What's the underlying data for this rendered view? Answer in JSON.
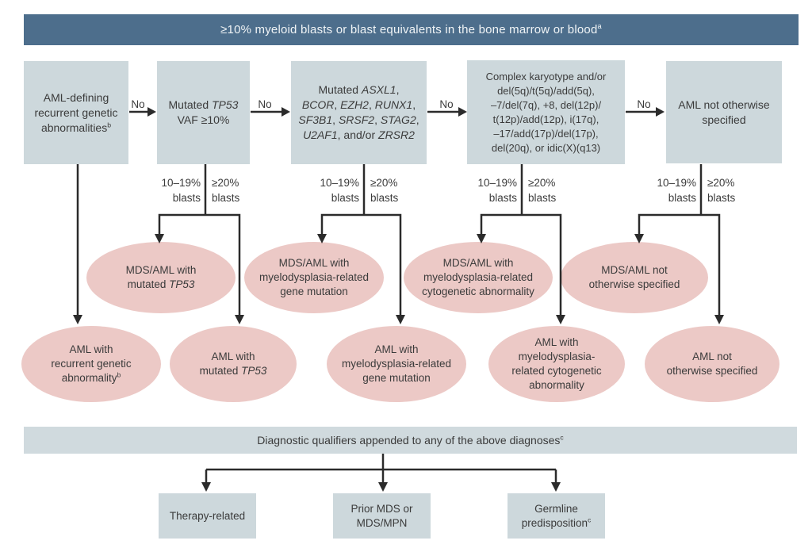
{
  "colors": {
    "banner_bg": "#4d6e8c",
    "banner_text": "#f0f4f6",
    "box_bg": "#cdd8dc",
    "ellipse_bg": "#ecc9c6",
    "qualifier_banner_bg": "#d0dade",
    "text": "#3b3b3b",
    "line": "#2b2b2b"
  },
  "top_banner": {
    "lines": [
      [
        {
          "t": "≥10% myeloid blasts or blast equivalents in the bone marrow or blood"
        },
        {
          "t": "a",
          "s": true
        }
      ]
    ]
  },
  "top_boxes": [
    {
      "id": "aml-defining",
      "lines": [
        [
          {
            "t": "AML-defining"
          }
        ],
        [
          {
            "t": "recurrent genetic"
          }
        ],
        [
          {
            "t": "abnormalities"
          },
          {
            "t": "b",
            "s": true
          }
        ]
      ]
    },
    {
      "id": "mutated-tp53",
      "lines": [
        [
          {
            "t": "Mutated "
          },
          {
            "t": "TP53",
            "i": true
          }
        ],
        [
          {
            "t": "VAF ≥10%"
          }
        ]
      ]
    },
    {
      "id": "mutated-mr-genes",
      "lines": [
        [
          {
            "t": "Mutated "
          },
          {
            "t": "ASXL1",
            "i": true
          },
          {
            "t": ","
          }
        ],
        [
          {
            "t": "BCOR",
            "i": true
          },
          {
            "t": ", "
          },
          {
            "t": "EZH2",
            "i": true
          },
          {
            "t": ", "
          },
          {
            "t": "RUNX1",
            "i": true
          },
          {
            "t": ","
          }
        ],
        [
          {
            "t": "SF3B1",
            "i": true
          },
          {
            "t": ", "
          },
          {
            "t": "SRSF2",
            "i": true
          },
          {
            "t": ", "
          },
          {
            "t": "STAG2",
            "i": true
          },
          {
            "t": ","
          }
        ],
        [
          {
            "t": "U2AF1",
            "i": true
          },
          {
            "t": ", and/or "
          },
          {
            "t": "ZRSR2",
            "i": true
          }
        ]
      ]
    },
    {
      "id": "complex-karyotype",
      "lines": [
        [
          {
            "t": "Complex karyotype and/or"
          }
        ],
        [
          {
            "t": "del(5q)/t(5q)/add(5q),"
          }
        ],
        [
          {
            "t": "–7/del(7q), +8, del(12p)/"
          }
        ],
        [
          {
            "t": "t(12p)/add(12p), i(17q),"
          }
        ],
        [
          {
            "t": "–17/add(17p)/del(17p),"
          }
        ],
        [
          {
            "t": "del(20q), or idic(X)(q13)"
          }
        ]
      ]
    },
    {
      "id": "aml-nos",
      "lines": [
        [
          {
            "t": "AML not otherwise"
          }
        ],
        [
          {
            "t": "specified"
          }
        ]
      ]
    }
  ],
  "no_labels": [
    "No",
    "No",
    "No",
    "No"
  ],
  "branch_columns": [
    {
      "left_lines": [
        [
          {
            "t": "10–19%"
          }
        ],
        [
          {
            "t": "blasts"
          }
        ]
      ],
      "right_lines": [
        [
          {
            "t": "≥20%"
          }
        ],
        [
          {
            "t": "blasts"
          }
        ]
      ]
    },
    {
      "left_lines": [
        [
          {
            "t": "10–19%"
          }
        ],
        [
          {
            "t": "blasts"
          }
        ]
      ],
      "right_lines": [
        [
          {
            "t": "≥20%"
          }
        ],
        [
          {
            "t": "blasts"
          }
        ]
      ]
    },
    {
      "left_lines": [
        [
          {
            "t": "10–19%"
          }
        ],
        [
          {
            "t": "blasts"
          }
        ]
      ],
      "right_lines": [
        [
          {
            "t": "≥20%"
          }
        ],
        [
          {
            "t": "blasts"
          }
        ]
      ]
    },
    {
      "left_lines": [
        [
          {
            "t": "10–19%"
          }
        ],
        [
          {
            "t": "blasts"
          }
        ]
      ],
      "right_lines": [
        [
          {
            "t": "≥20%"
          }
        ],
        [
          {
            "t": "blasts"
          }
        ]
      ]
    }
  ],
  "mds_aml_ellipses": [
    {
      "lines": [
        [
          {
            "t": "MDS/AML with"
          }
        ],
        [
          {
            "t": "mutated "
          },
          {
            "t": "TP53",
            "i": true
          }
        ]
      ]
    },
    {
      "lines": [
        [
          {
            "t": "MDS/AML with"
          }
        ],
        [
          {
            "t": "myelodysplasia-related"
          }
        ],
        [
          {
            "t": "gene mutation"
          }
        ]
      ]
    },
    {
      "lines": [
        [
          {
            "t": "MDS/AML with"
          }
        ],
        [
          {
            "t": "myelodysplasia-related"
          }
        ],
        [
          {
            "t": "cytogenetic abnormality"
          }
        ]
      ]
    },
    {
      "lines": [
        [
          {
            "t": "MDS/AML not"
          }
        ],
        [
          {
            "t": "otherwise specified"
          }
        ]
      ]
    }
  ],
  "aml_ellipses": [
    {
      "lines": [
        [
          {
            "t": "AML with"
          }
        ],
        [
          {
            "t": "recurrent genetic"
          }
        ],
        [
          {
            "t": "abnormality"
          },
          {
            "t": "b",
            "s": true
          }
        ]
      ]
    },
    {
      "lines": [
        [
          {
            "t": "AML with"
          }
        ],
        [
          {
            "t": "mutated "
          },
          {
            "t": "TP53",
            "i": true
          }
        ]
      ]
    },
    {
      "lines": [
        [
          {
            "t": "AML with"
          }
        ],
        [
          {
            "t": "myelodysplasia-related"
          }
        ],
        [
          {
            "t": "gene mutation"
          }
        ]
      ]
    },
    {
      "lines": [
        [
          {
            "t": "AML with"
          }
        ],
        [
          {
            "t": "myelodysplasia-"
          }
        ],
        [
          {
            "t": "related cytogenetic"
          }
        ],
        [
          {
            "t": "abnormality"
          }
        ]
      ]
    },
    {
      "lines": [
        [
          {
            "t": "AML not"
          }
        ],
        [
          {
            "t": "otherwise specified"
          }
        ]
      ]
    }
  ],
  "qualifier_banner": {
    "lines": [
      [
        {
          "t": "Diagnostic qualifiers appended to any of the above diagnoses"
        },
        {
          "t": "c",
          "s": true
        }
      ]
    ]
  },
  "qualifier_boxes": [
    {
      "lines": [
        [
          {
            "t": "Therapy-related"
          }
        ]
      ]
    },
    {
      "lines": [
        [
          {
            "t": "Prior MDS or"
          }
        ],
        [
          {
            "t": "MDS/MPN"
          }
        ]
      ]
    },
    {
      "lines": [
        [
          {
            "t": "Germline"
          }
        ],
        [
          {
            "t": "predisposition"
          },
          {
            "t": "c",
            "s": true
          }
        ]
      ]
    }
  ]
}
